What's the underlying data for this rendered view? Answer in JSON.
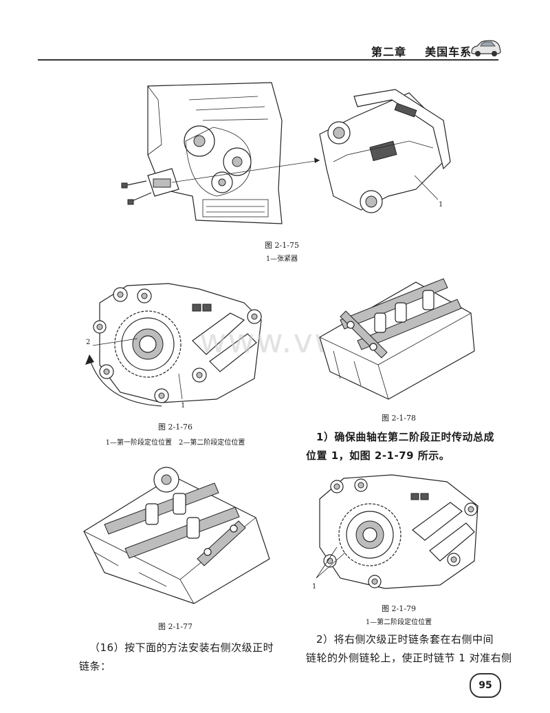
{
  "header": {
    "chapter": "第二章",
    "section": "美国车系"
  },
  "figures": {
    "f75": {
      "caption": "图 2-1-75",
      "legend": "1—张紧器",
      "callout": "1"
    },
    "f76": {
      "caption": "图 2-1-76",
      "legend": "1—第一阶段定位位置　2—第二阶段定位位置",
      "callout1": "1",
      "callout2": "2"
    },
    "f77": {
      "caption": "图 2-1-77"
    },
    "f78": {
      "caption": "图 2-1-78"
    },
    "f79": {
      "caption": "图 2-1-79",
      "legend": "1—第二阶段定位位置",
      "callout": "1"
    }
  },
  "text": {
    "p1_line1": "1）确保曲轴在第二阶段正时传动总成",
    "p1_line2": "位置 1，如图 2-1-79 所示。",
    "p16_line1": "（16）按下面的方法安装右侧次级正时",
    "p16_line2": "链条：",
    "p2_line1": "2）将右侧次级正时链条套在右侧中间",
    "p2_line2": "链轮的外侧链轮上，使正时链节 1 对准右侧"
  },
  "watermark": "www.vw88.cn",
  "page_number": "95"
}
